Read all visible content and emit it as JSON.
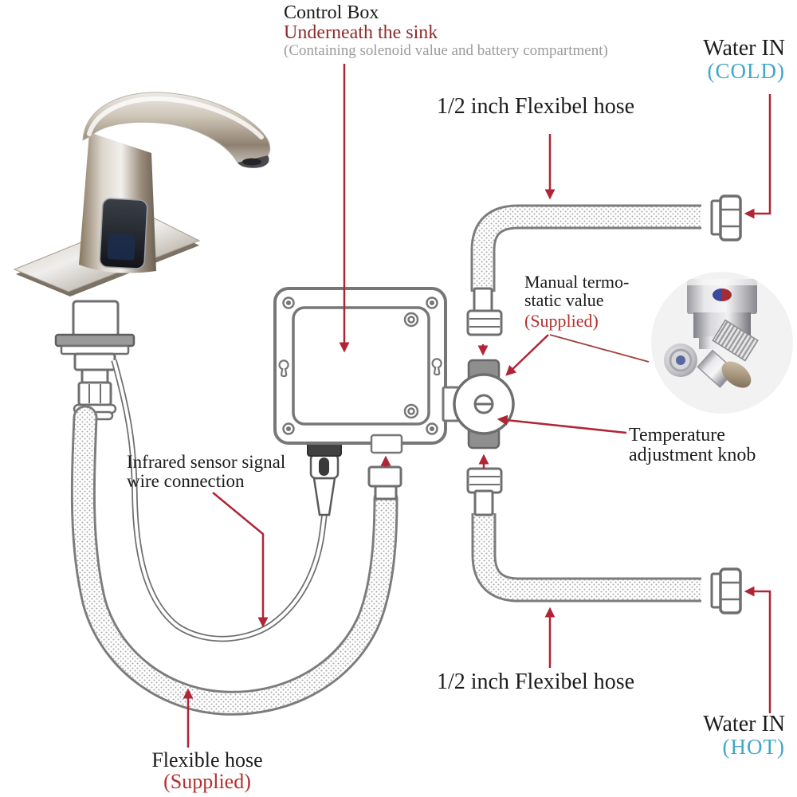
{
  "labels": {
    "control_box": {
      "line1": "Control Box",
      "line2": "Underneath the sink",
      "line3": "(Containing solenoid value and battery compartment)"
    },
    "water_in_cold": {
      "line1": "Water IN",
      "line2": "(COLD)"
    },
    "hose_top": "1/2 inch Flexibel hose",
    "manual_valve": {
      "line1": "Manual termo-",
      "line2": "static value",
      "line3": "(Supplied)"
    },
    "temperature_knob": {
      "line1": "Temperature",
      "line2": "adjustment knob"
    },
    "infrared": {
      "line1": "Infrared sensor signal",
      "line2": "wire connection"
    },
    "hose_bottom": "1/2 inch Flexibel hose",
    "water_in_hot": {
      "line1": "Water IN",
      "line2": "(HOT)"
    },
    "flexible_hose": {
      "line1": "Flexible hose",
      "line2": "(Supplied)"
    }
  },
  "colors": {
    "label_dark_red": "#8e2b2b",
    "supplied_red": "#b53030",
    "cold_hot_cyan": "#3fa8c8",
    "arrow_red": "#b02535",
    "muted_gray_text": "#9b9b9b",
    "line_art_gray": "#6f6f6f"
  },
  "components": [
    "faucet-photo",
    "faucet-shank",
    "supply-hose",
    "sensor-wire",
    "control-box",
    "thermostatic-valve",
    "cold-hose",
    "hot-hose",
    "valve-photo-inset"
  ]
}
